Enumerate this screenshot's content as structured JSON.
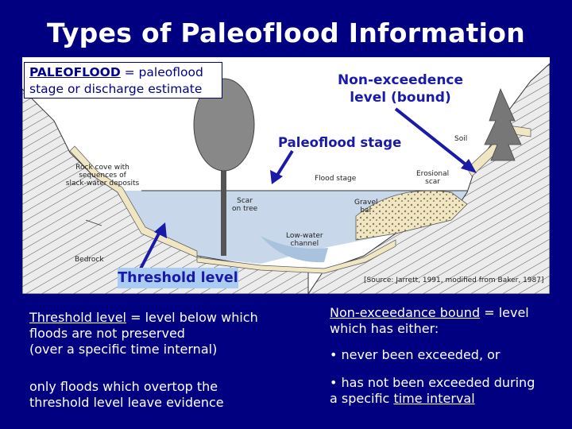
{
  "title": "Types of Paleoflood Information",
  "definition": {
    "term": "PALEOFLOOD",
    "rest_line1": " =  paleoflood",
    "line2": "stage or discharge estimate"
  },
  "callouts": {
    "non_exceedence_line1": "Non-exceedence",
    "non_exceedence_line2": "level (bound)",
    "paleoflood_stage": "Paleoflood stage",
    "threshold": "Threshold level"
  },
  "figure_labels": {
    "soil": "Soil",
    "rock_cove_1": "Rock cove with",
    "rock_cove_2": "sequences of",
    "rock_cove_3": "slack-water deposits",
    "flood_stage": "Flood stage",
    "erosional_1": "Erosional",
    "erosional_2": "scar",
    "scar_1": "Scar",
    "scar_2": "on tree",
    "gravel_1": "Gravel",
    "gravel_2": "bar",
    "low_water_1": "Low-water",
    "low_water_2": "channel",
    "bedrock": "Bedrock",
    "source": "[Source: Jarrett, 1991, modified from Baker, 1987]"
  },
  "left_text": {
    "term": "Threshold level",
    "rest1": " = level below which",
    "line2": "floods are not preserved",
    "line3": "(over a specific time internal)",
    "para2_line1": "only floods which overtop the",
    "para2_line2": "threshold level leave evidence"
  },
  "right_text": {
    "term": "Non-exceedance bound",
    "rest1": " = level",
    "line2": "which has either:",
    "bullet1": "•  never been exceeded, or",
    "bullet2_line1": "• has not been exceeded during",
    "bullet2_line2_pre": "a specific ",
    "bullet2_line2_u": "time interval"
  },
  "colors": {
    "background": "#000080",
    "water": "#c8d8ea",
    "sky": "#ffffff",
    "arrow": "#1a1aa8",
    "threshold_label_bg": "#aaccf2"
  }
}
